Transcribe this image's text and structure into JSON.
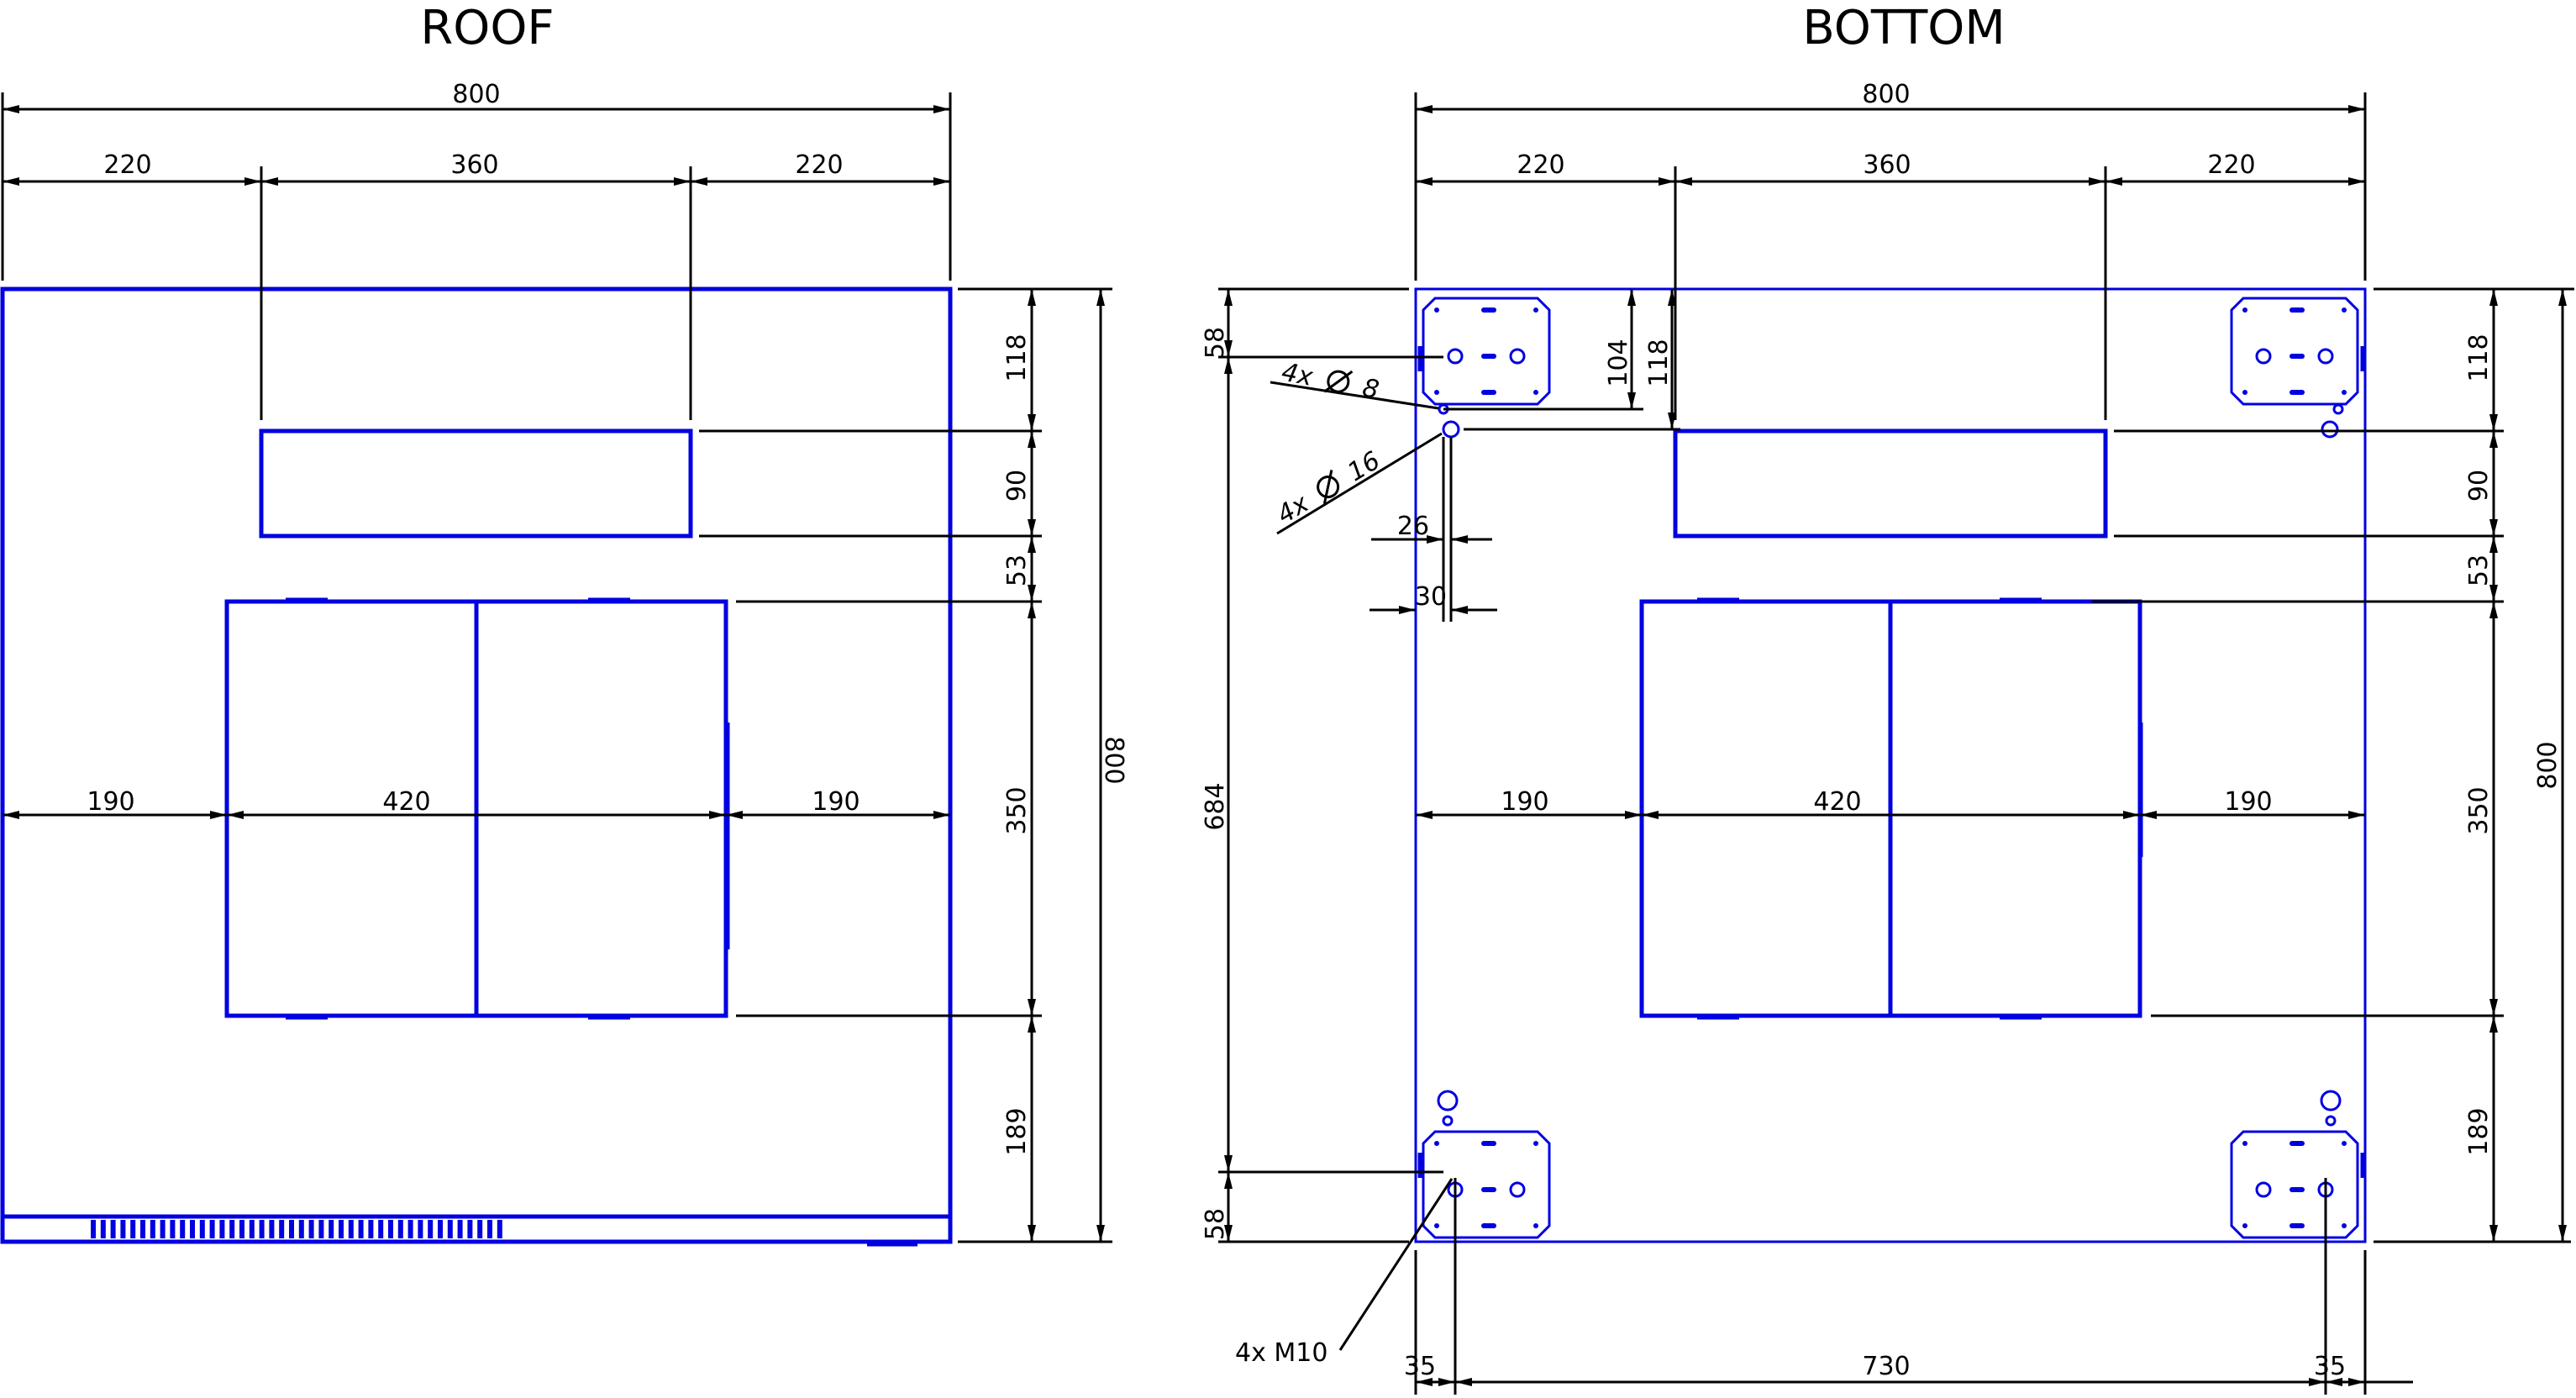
{
  "views": {
    "roof": {
      "title": "ROOF",
      "width": "800",
      "h_top": [
        "220",
        "360",
        "220"
      ],
      "h_mid": [
        "190",
        "420",
        "190"
      ],
      "v_chain": [
        "118",
        "90",
        "53",
        "350",
        "189"
      ],
      "height": "800"
    },
    "bottom": {
      "title": "BOTTOM",
      "width": "800",
      "h_top": [
        "220",
        "360",
        "220"
      ],
      "h_mid": [
        "190",
        "420",
        "190"
      ],
      "v_chain": [
        "118",
        "90",
        "53",
        "350",
        "189"
      ],
      "height": "800",
      "left_dims": {
        "top_58": "58",
        "height_684": "684",
        "bottom_58": "58",
        "depth_104": "104",
        "depth_118": "118"
      },
      "callouts": {
        "hole_small_qty": "4x",
        "hole_small_size": "8",
        "hole_large_qty": "4x",
        "hole_large_size": "16",
        "offset_26": "26",
        "offset_30": "30",
        "thread": "4x M10"
      },
      "bottom_dims": [
        "35",
        "730",
        "35"
      ]
    }
  },
  "colors": {
    "geometry": "#0000e0",
    "dimension": "#000000"
  },
  "icons": {
    "diameter": "diameter-symbol-icon"
  }
}
